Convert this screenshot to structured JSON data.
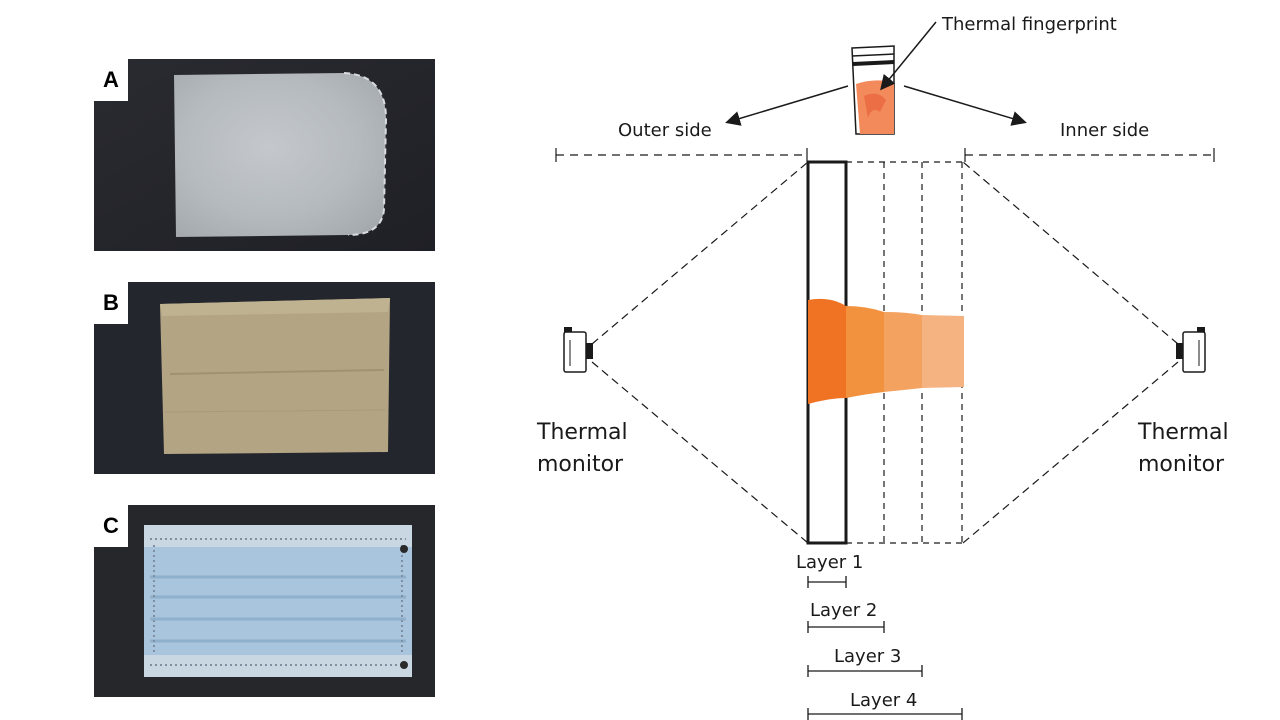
{
  "panels": [
    {
      "letter": "A"
    },
    {
      "letter": "B"
    },
    {
      "letter": "C"
    }
  ],
  "diagram": {
    "fingerprint_label": "Thermal fingerprint",
    "outer_side_label": "Outer side",
    "inner_side_label": "Inner side",
    "monitor_left_line1": "Thermal",
    "monitor_left_line2": "monitor",
    "monitor_right_line1": "Thermal",
    "monitor_right_line2": "monitor",
    "layers": [
      "Layer 1",
      "Layer 2",
      "Layer 3",
      "Layer 4"
    ],
    "heat_colors": [
      "#ef7322",
      "#f2913e",
      "#f4a25f",
      "#f5b381"
    ]
  }
}
